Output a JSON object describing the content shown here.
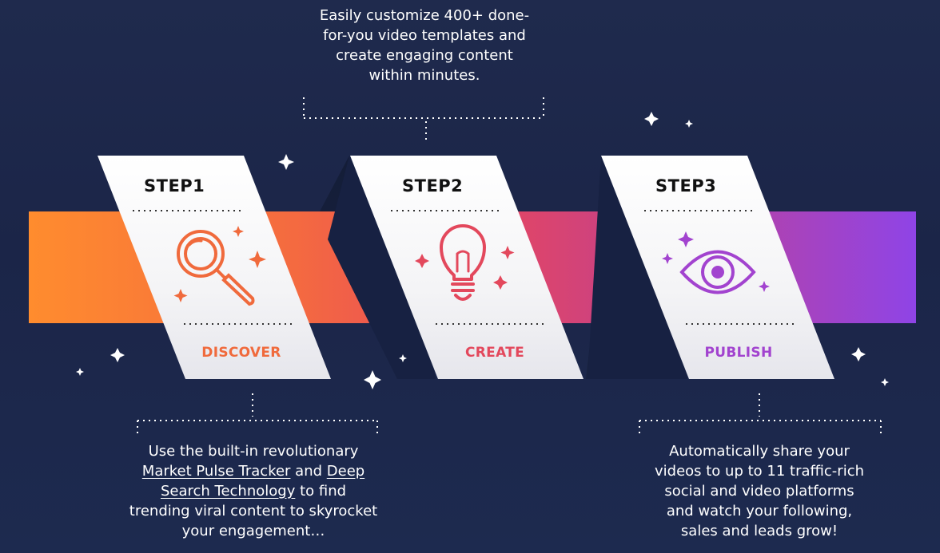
{
  "colors": {
    "background": "#1f2a4d",
    "band_start": "#ff8c2e",
    "band_mid": "#e8475d",
    "band_end": "#8f44e6",
    "discover": "#f06a3c",
    "create": "#e3485c",
    "publish": "#a243cf",
    "card": "#f4f4f6"
  },
  "top_description": {
    "lines": [
      "Easily customize 400+ done-",
      "for-you video templates and",
      "create engaging content",
      "within minutes."
    ]
  },
  "steps": [
    {
      "title": "STEP1",
      "label": "DISCOVER",
      "icon": "magnifier-icon"
    },
    {
      "title": "STEP2",
      "label": "CREATE",
      "icon": "lightbulb-icon"
    },
    {
      "title": "STEP3",
      "label": "PUBLISH",
      "icon": "eye-icon"
    }
  ],
  "left_description": {
    "line1": "Use the built-in revolutionary",
    "link1": "Market Pulse Tracker",
    "mid_text": " and ",
    "link2_part1": "Deep",
    "link2_part2": "Search Technology",
    "line3_tail": " to find",
    "line4": "trending viral content to skyrocket",
    "line5": "your engagement…"
  },
  "right_description": {
    "lines": [
      "Automatically share your",
      "videos to up to 11 traffic-rich",
      "social and video platforms",
      "and watch your following,",
      "sales and leads grow!"
    ]
  }
}
